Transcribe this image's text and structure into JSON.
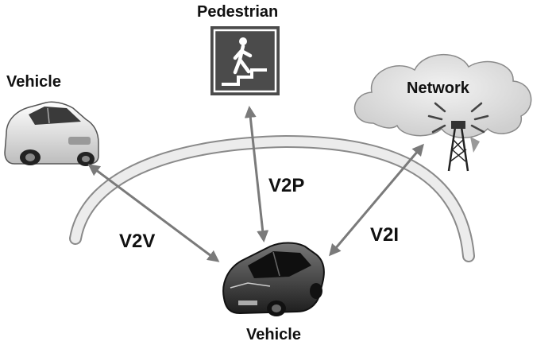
{
  "nodes": {
    "pedestrian": {
      "label": "Pedestrian"
    },
    "vehicle_left": {
      "label": "Vehicle"
    },
    "network": {
      "label": "Network"
    },
    "vehicle_center": {
      "label": "Vehicle"
    }
  },
  "links": {
    "v2v": {
      "label": "V2V"
    },
    "v2p": {
      "label": "V2P"
    },
    "v2i": {
      "label": "V2I"
    }
  }
}
